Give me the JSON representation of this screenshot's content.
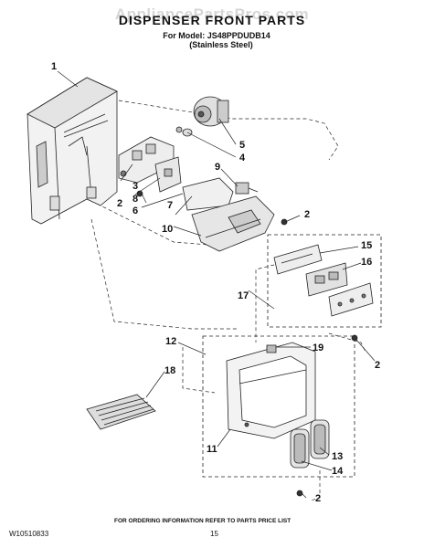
{
  "header": {
    "watermark": "AppliancePartsPros.com",
    "title": "DISPENSER FRONT PARTS",
    "model_line": "For Model: JS48PPDUDB14",
    "finish_line": "(Stainless Steel)"
  },
  "callouts": [
    "1",
    "5",
    "4",
    "9",
    "3",
    "8",
    "6",
    "2",
    "7",
    "10",
    "2",
    "15",
    "16",
    "17",
    "2",
    "12",
    "19",
    "18",
    "11",
    "13",
    "14",
    "2"
  ],
  "footer": {
    "order_info": "FOR ORDERING INFORMATION REFER TO PARTS PRICE LIST",
    "doc_number": "W10510833",
    "page_number": "15"
  },
  "colors": {
    "line": "#222222",
    "fill": "#f2f2f2",
    "dark": "#555555"
  }
}
